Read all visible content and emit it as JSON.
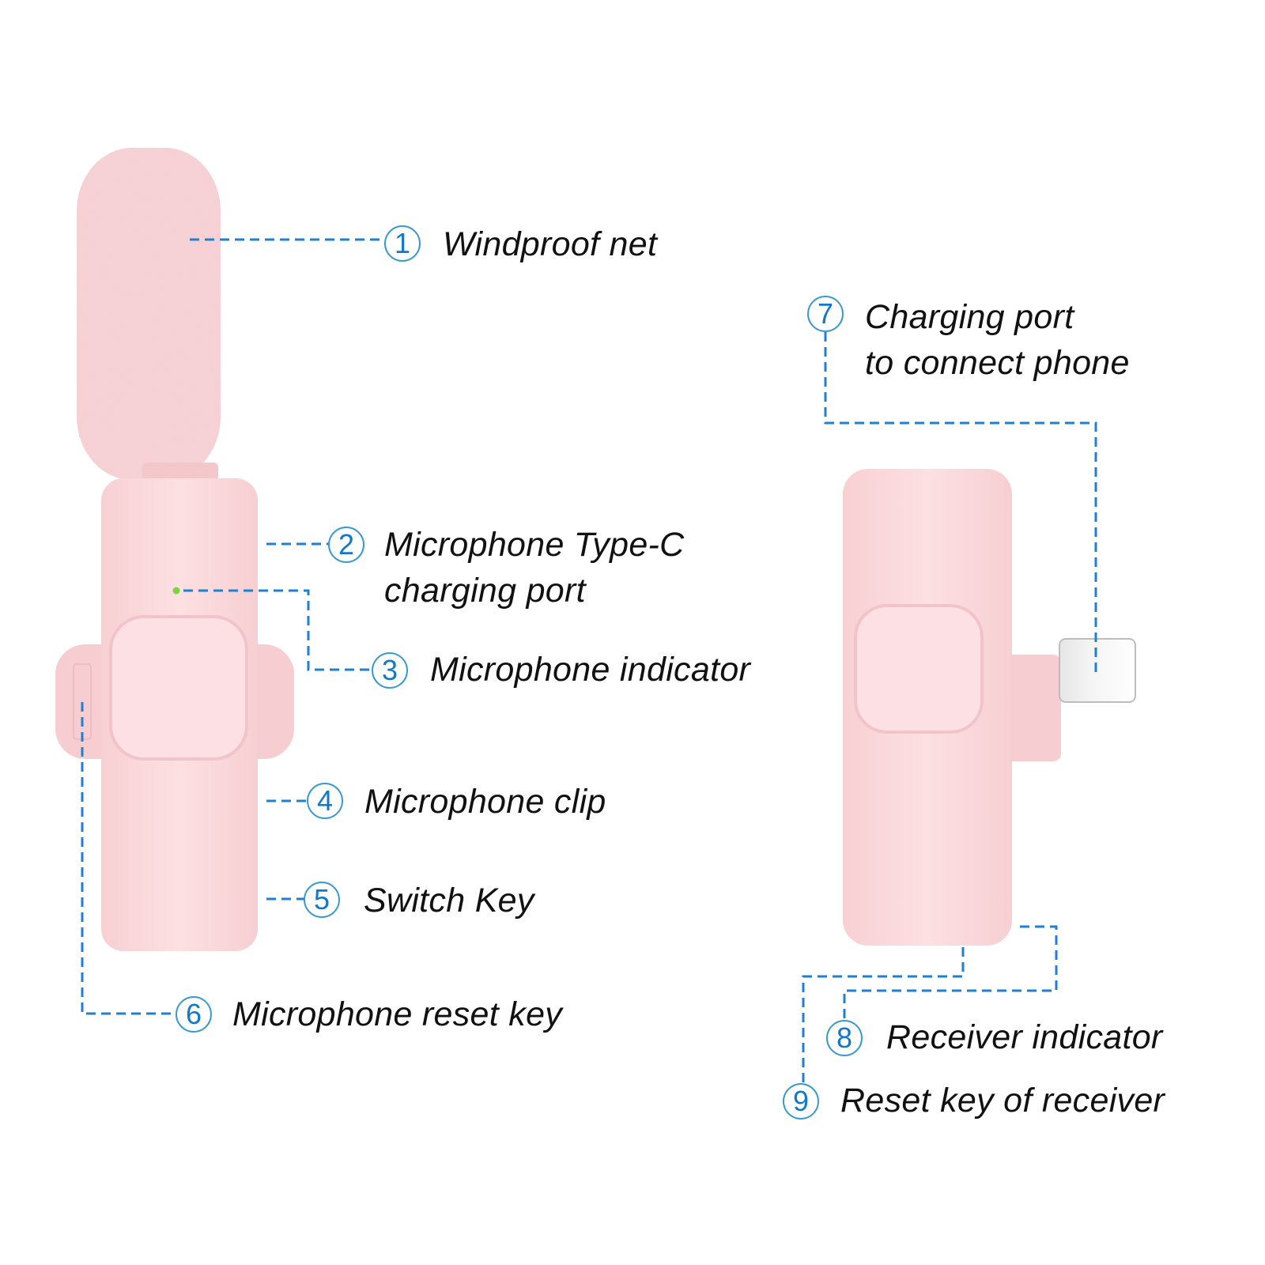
{
  "colors": {
    "leader_line": "#1f7fd1",
    "badge_border": "#3a9ad0",
    "badge_text": "#1478c8",
    "body_pink": "#fbd9dc",
    "indicator_green": "#7bd63a"
  },
  "devices": {
    "microphone": "Wireless microphone (transmitter)",
    "receiver": "Receiver with phone connector"
  },
  "callouts": [
    {
      "number": "1",
      "lines": [
        "Windproof net"
      ]
    },
    {
      "number": "2",
      "lines": [
        "Microphone Type-C",
        "charging port"
      ]
    },
    {
      "number": "3",
      "lines": [
        "Microphone indicator"
      ]
    },
    {
      "number": "4",
      "lines": [
        "Microphone clip"
      ]
    },
    {
      "number": "5",
      "lines": [
        "Switch Key"
      ]
    },
    {
      "number": "6",
      "lines": [
        "Microphone reset key"
      ]
    },
    {
      "number": "7",
      "lines": [
        "Charging port",
        "to connect phone"
      ]
    },
    {
      "number": "8",
      "lines": [
        "Receiver indicator"
      ]
    },
    {
      "number": "9",
      "lines": [
        "Reset key of receiver"
      ]
    }
  ]
}
